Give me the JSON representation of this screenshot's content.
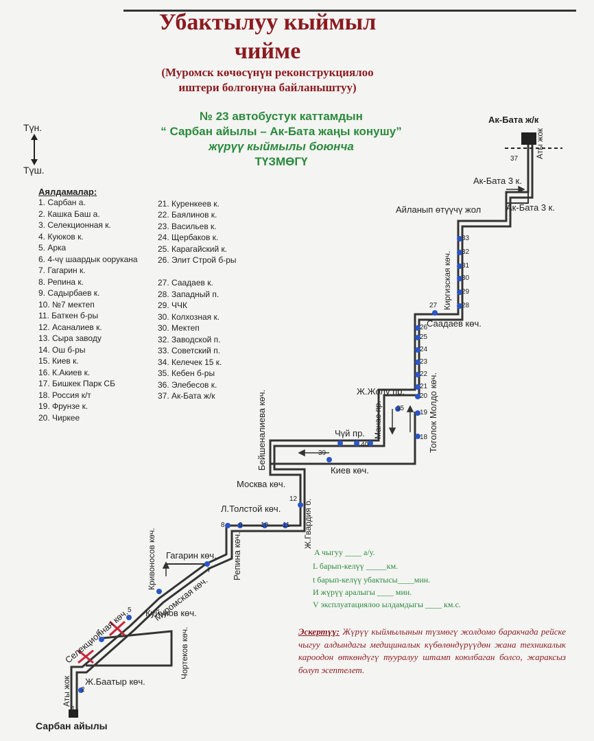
{
  "title": {
    "line1": "Убактылуу кыймыл",
    "line2": "чийме",
    "sub1": "(Муромск көчөсүнүн реконструкциялоо",
    "sub2": "иштери болгонуна байланыштуу)"
  },
  "route": {
    "line1": "№ 23  автобустук каттамдын",
    "line2": "“ Сарбан  айылы – Ак-Бата жаңы конушу”",
    "line3": "жүрүү кыймылы боюнча",
    "line4": "ТҮЗМӨГҮ"
  },
  "compass": {
    "north": "Түн.",
    "south": "Түш."
  },
  "stops_heading": "Аялдамалар:",
  "stops_left": [
    "1. Сарбан а.",
    "2. Кашка Баш а.",
    "3. Селекционная к.",
    "4. Куюков к.",
    "5. Арка",
    "6. 4-чү шаардык оорукана",
    "7. Гагарин к.",
    "8. Репина к.",
    "9. Садырбаев к.",
    "10. №7 мектеп",
    "11. Баткен б-ры",
    "12. Асаналиев к.",
    "13. Сыра заводу",
    "14. Ош б-ры",
    "15. Киев к.",
    "16. К.Акиев к.",
    "17. Бишкек Парк СБ",
    "18. Россия к/т",
    "19. Фрунзе к.",
    "20. Чиркее"
  ],
  "stops_mid": [
    "21. Куренкеев к.",
    "22. Баялинов к.",
    "23. Васильев к.",
    "24. Щербаков к.",
    "25. Карагайский к.",
    "26. Элит Строй б-ры",
    "",
    "27. Саадаев к.",
    "28. Западный п.",
    "29. ЧЧК",
    "30. Колхозная к.",
    "30. Мектеп",
    "32. Заводской п.",
    "33. Советский п.",
    "34. Келечек 15 к.",
    "35. Кебен б-ры",
    "36. Элебесов к.",
    "37. Ак-Бата ж/к"
  ],
  "map_labels": {
    "ak_bata": "Ак-Бата ж/к",
    "aty_jok_top": "Аты жок",
    "ak_bata_3a": "Ак-Бата 3 к.",
    "ak_bata_3b": "Ак-Бата 3 к.",
    "ailanyp": "Айланып өтүүчү жол",
    "kirgizskaya": "Киргизская көч.",
    "saadaev": "Саадаев көч.",
    "togolok": "Тоголок Молдо көч.",
    "zh_zholu": "Ж.Жолу пр.",
    "manas": "Манас пр.",
    "chui": "Чүй пр.",
    "beishenalieva": "Бейшеналиева көч.",
    "kiev": "Киев көч.",
    "moskva": "Москва көч.",
    "zh_gvardiya": "Ж.Гвардия б.",
    "l_tolstoy": "Л.Толстой көч.",
    "repina": "Репина көч.",
    "krivonosov": "Кривоносов көч.",
    "gagarin": "Гагарин көч.",
    "muromskaya": "Муромская көч.",
    "kuiukov": "Куйүков көч.",
    "selekcionnaya": "Селекционная көч.",
    "chortekov": "Чортеков көч.",
    "zh_baatyr": "Ж.Баатыр көч.",
    "aty_jok_bottom": "Аты жок",
    "sarban": "Сарбан айылы"
  },
  "stop_numbers": {
    "n1": "1",
    "n2": "2",
    "n4": "4",
    "n5": "5",
    "n7": "7",
    "n8": "8",
    "n9": "9",
    "n10": "10",
    "n11": "11",
    "n12": "12",
    "n18": "18",
    "n19": "19",
    "n20": "20",
    "n21": "21",
    "n22": "22",
    "n23": "23",
    "n24": "24",
    "n25": "25",
    "n26": "26",
    "n27": "27",
    "n28": "28",
    "n29": "29",
    "n30": "30",
    "n31": "31",
    "n32": "32",
    "n33": "33",
    "n35": "35",
    "n37": "37",
    "n39": "39",
    "n40": "40"
  },
  "info": {
    "a": "A чыгуу ____ а/у.",
    "l": "L барып-келүү _____км.",
    "t": "t барып-келүү убактысы____мин.",
    "i": "И жүрүү аралыгы ____   мин.",
    "v": "V эксплуатациялоо ылдамдыгы ____ км.с."
  },
  "note": {
    "label": "Эскертүү:",
    "text": " Жүрүү кыймылынын түзмөгү жолдомо баракчада рейске чыгуу алдындагы медициналык күбөлөндүрүүдөн жана техникалык кароодон өткөндүгү тууралуу штамп коюлбаган болсо, жараксыз болуп эсептелет."
  },
  "colors": {
    "title": "#8b1a1f",
    "green": "#2a8a3c",
    "route": "#333333",
    "stop": "#2a56c8",
    "closed": "#c8263a"
  }
}
